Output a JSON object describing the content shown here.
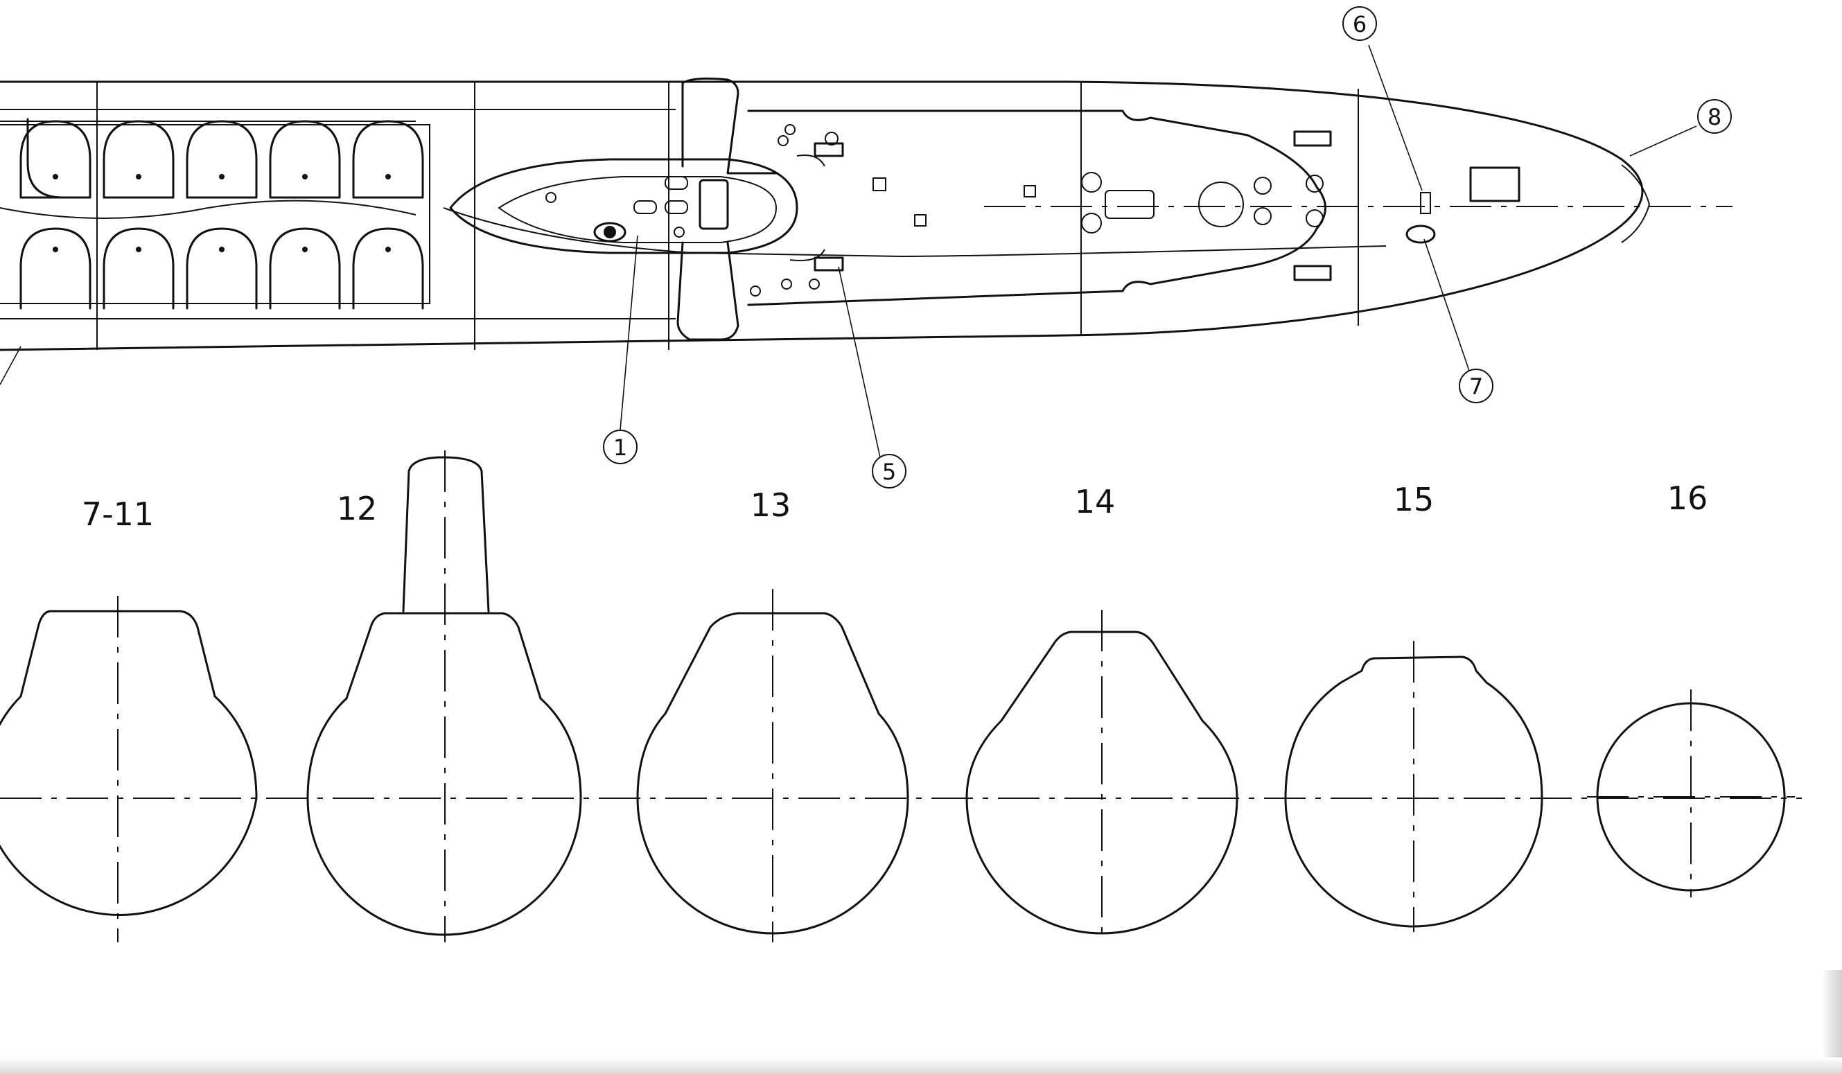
{
  "callouts": [
    "1",
    "5",
    "6",
    "7",
    "8"
  ],
  "section_labels": [
    "7-11",
    "12",
    "13",
    "14",
    "15",
    "16"
  ]
}
